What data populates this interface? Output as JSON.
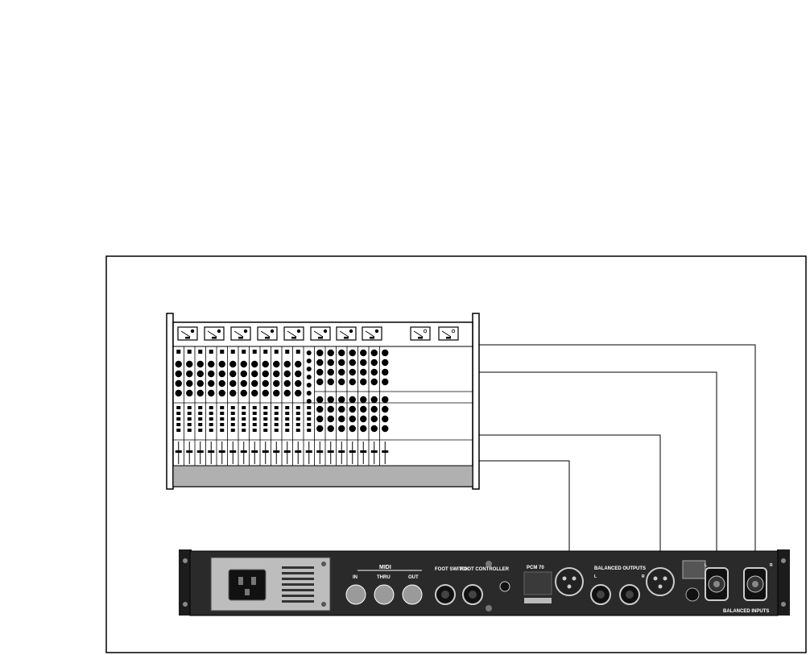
{
  "processor_rear_panel": {
    "midi_label": "MIDI",
    "midi_in": "IN",
    "midi_thru": "THRU",
    "midi_out": "OUT",
    "foot_switch": "FOOT SWITCH",
    "foot_controller": "FOOT CONTROLLER",
    "model": "PCM 70",
    "balanced_outputs": "BALANCED OUTPUTS",
    "balanced_inputs": "BALANCED INPUTS",
    "channel_l": "L",
    "channel_r": "R"
  },
  "mixer": {
    "input_channel_count": 12,
    "subgroup_channel_count": 7
  },
  "colors": {
    "line": "#000000",
    "panel": "#2a2a2a",
    "mixer_bottom": "#b0b0b0"
  }
}
